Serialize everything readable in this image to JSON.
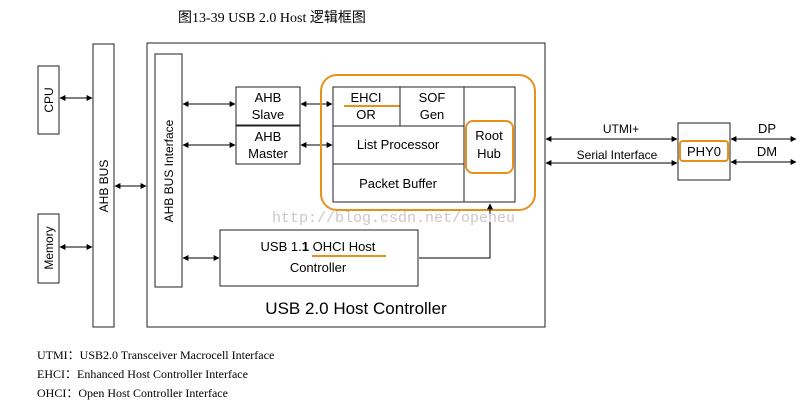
{
  "title": "图13-39  USB 2.0 Host 逻辑框图",
  "blocks": {
    "cpu": "CPU",
    "memory": "Memory",
    "ahb_bus": "AHB BUS",
    "ahb_bus_interface": "AHB BUS Interface",
    "ahb_slave": [
      "AHB",
      "Slave"
    ],
    "ahb_master": [
      "AHB",
      "Master"
    ],
    "ehci_or": [
      "EHCI",
      "OR"
    ],
    "sof_gen": [
      "SOF",
      "Gen"
    ],
    "list_processor": "List Processor",
    "packet_buffer": "Packet Buffer",
    "root_hub": [
      "Root",
      "Hub"
    ],
    "ohci": {
      "line1_prefix": "USB 1.",
      "line1_bold": "1",
      "line1_suffix": " OHCI Host",
      "line2": "Controller"
    },
    "host_controller": "USB 2.0 Host Controller",
    "phy": "PHY0"
  },
  "signals": {
    "utmi": "UTMI+",
    "serial": "Serial Interface",
    "dp": "DP",
    "dm": "DM"
  },
  "watermark": "http://blog.csdn.net/openeu",
  "legend": [
    "UTMI：USB2.0 Transceiver Macrocell Interface",
    "EHCI：Enhanced Host Controller Interface",
    "OHCI：Open Host Controller Interface"
  ]
}
